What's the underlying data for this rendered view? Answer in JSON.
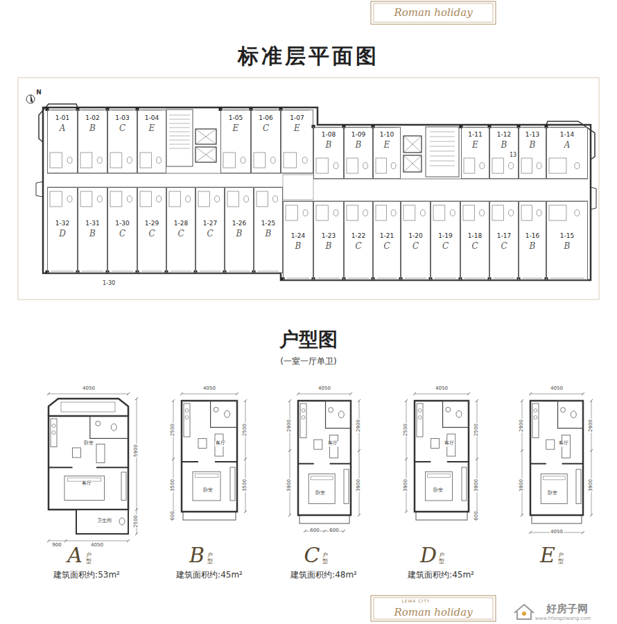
{
  "diagram": {
    "title": "标准层平面图",
    "nodes": [
      {
        "text": [
          "1-01",
          "A"
        ]
      },
      {
        "text": [
          "1-02",
          "B"
        ]
      },
      {
        "text": [
          "1-03",
          "C"
        ]
      },
      {
        "text": [
          "1-04",
          "E"
        ]
      },
      {
        "text": [
          "1-05",
          "E"
        ]
      },
      {
        "text": [
          "1-06",
          "C"
        ]
      },
      {
        "text": [
          "1-07",
          "E"
        ]
      },
      {
        "text": [
          "1-08",
          "B"
        ]
      },
      {
        "text": [
          "1-09",
          "B"
        ]
      },
      {
        "text": [
          "1-10",
          "E"
        ]
      },
      {
        "text": [
          "1-11",
          "E"
        ]
      },
      {
        "text": [
          "1-12",
          "B"
        ]
      },
      {
        "text": [
          "1-13",
          "B"
        ]
      },
      {
        "text": [
          "1-14",
          "A"
        ]
      },
      {
        "text": [
          "1-32",
          "D"
        ]
      },
      {
        "text": [
          "1-31",
          "B"
        ]
      },
      {
        "text": [
          "1-30",
          "C"
        ]
      },
      {
        "text": [
          "1-29",
          "C"
        ]
      },
      {
        "text": [
          "1-28",
          "C"
        ]
      },
      {
        "text": [
          "1-27",
          "C"
        ]
      },
      {
        "text": [
          "1-26",
          "B"
        ]
      },
      {
        "text": [
          "1-25",
          "B"
        ]
      },
      {
        "text": [
          "1-24",
          "B"
        ]
      },
      {
        "text": [
          "1-23",
          "B"
        ]
      },
      {
        "text": [
          "1-22",
          "C"
        ]
      },
      {
        "text": [
          "1-21",
          "C"
        ]
      },
      {
        "text": [
          "1-20",
          "C"
        ]
      },
      {
        "text": [
          "1-19",
          "C"
        ]
      },
      {
        "text": [
          "1-18",
          "C"
        ]
      },
      {
        "text": [
          "1-17",
          "C"
        ]
      },
      {
        "text": [
          "1-16",
          "B"
        ]
      },
      {
        "text": [
          "1-15",
          "B"
        ]
      }
    ],
    "labels": [
      "Roman holiday",
      "N",
      "13",
      "1-30",
      "户型图",
      "(一室一厅单卫)",
      "4050",
      "5900",
      "2500",
      "900",
      "4050",
      "4050",
      "2500",
      "3500",
      "600",
      "2500",
      "3500",
      "4050",
      "2900",
      "3900",
      "2900",
      "3900",
      "600",
      "600",
      "4050",
      "2500",
      "3900",
      "2500",
      "3900",
      "600",
      "4050",
      "2900",
      "3900",
      "2900",
      "3900",
      "4050",
      "卧室",
      "客厅",
      "卫生间",
      "客厅",
      "卧室",
      "客厅",
      "卧室",
      "客厅",
      "卧室",
      "客厅",
      "卧室",
      "A",
      "户型",
      "建筑面积约:53m²",
      "B",
      "户型",
      "建筑面积约:45m²",
      "C",
      "户型",
      "建筑面积约:48m²",
      "D",
      "户型",
      "建筑面积约:45m²",
      "E",
      "户型",
      "LEWA CITY",
      "Roman holiday",
      "好房子网",
      "www.hfangziwang.com"
    ]
  }
}
